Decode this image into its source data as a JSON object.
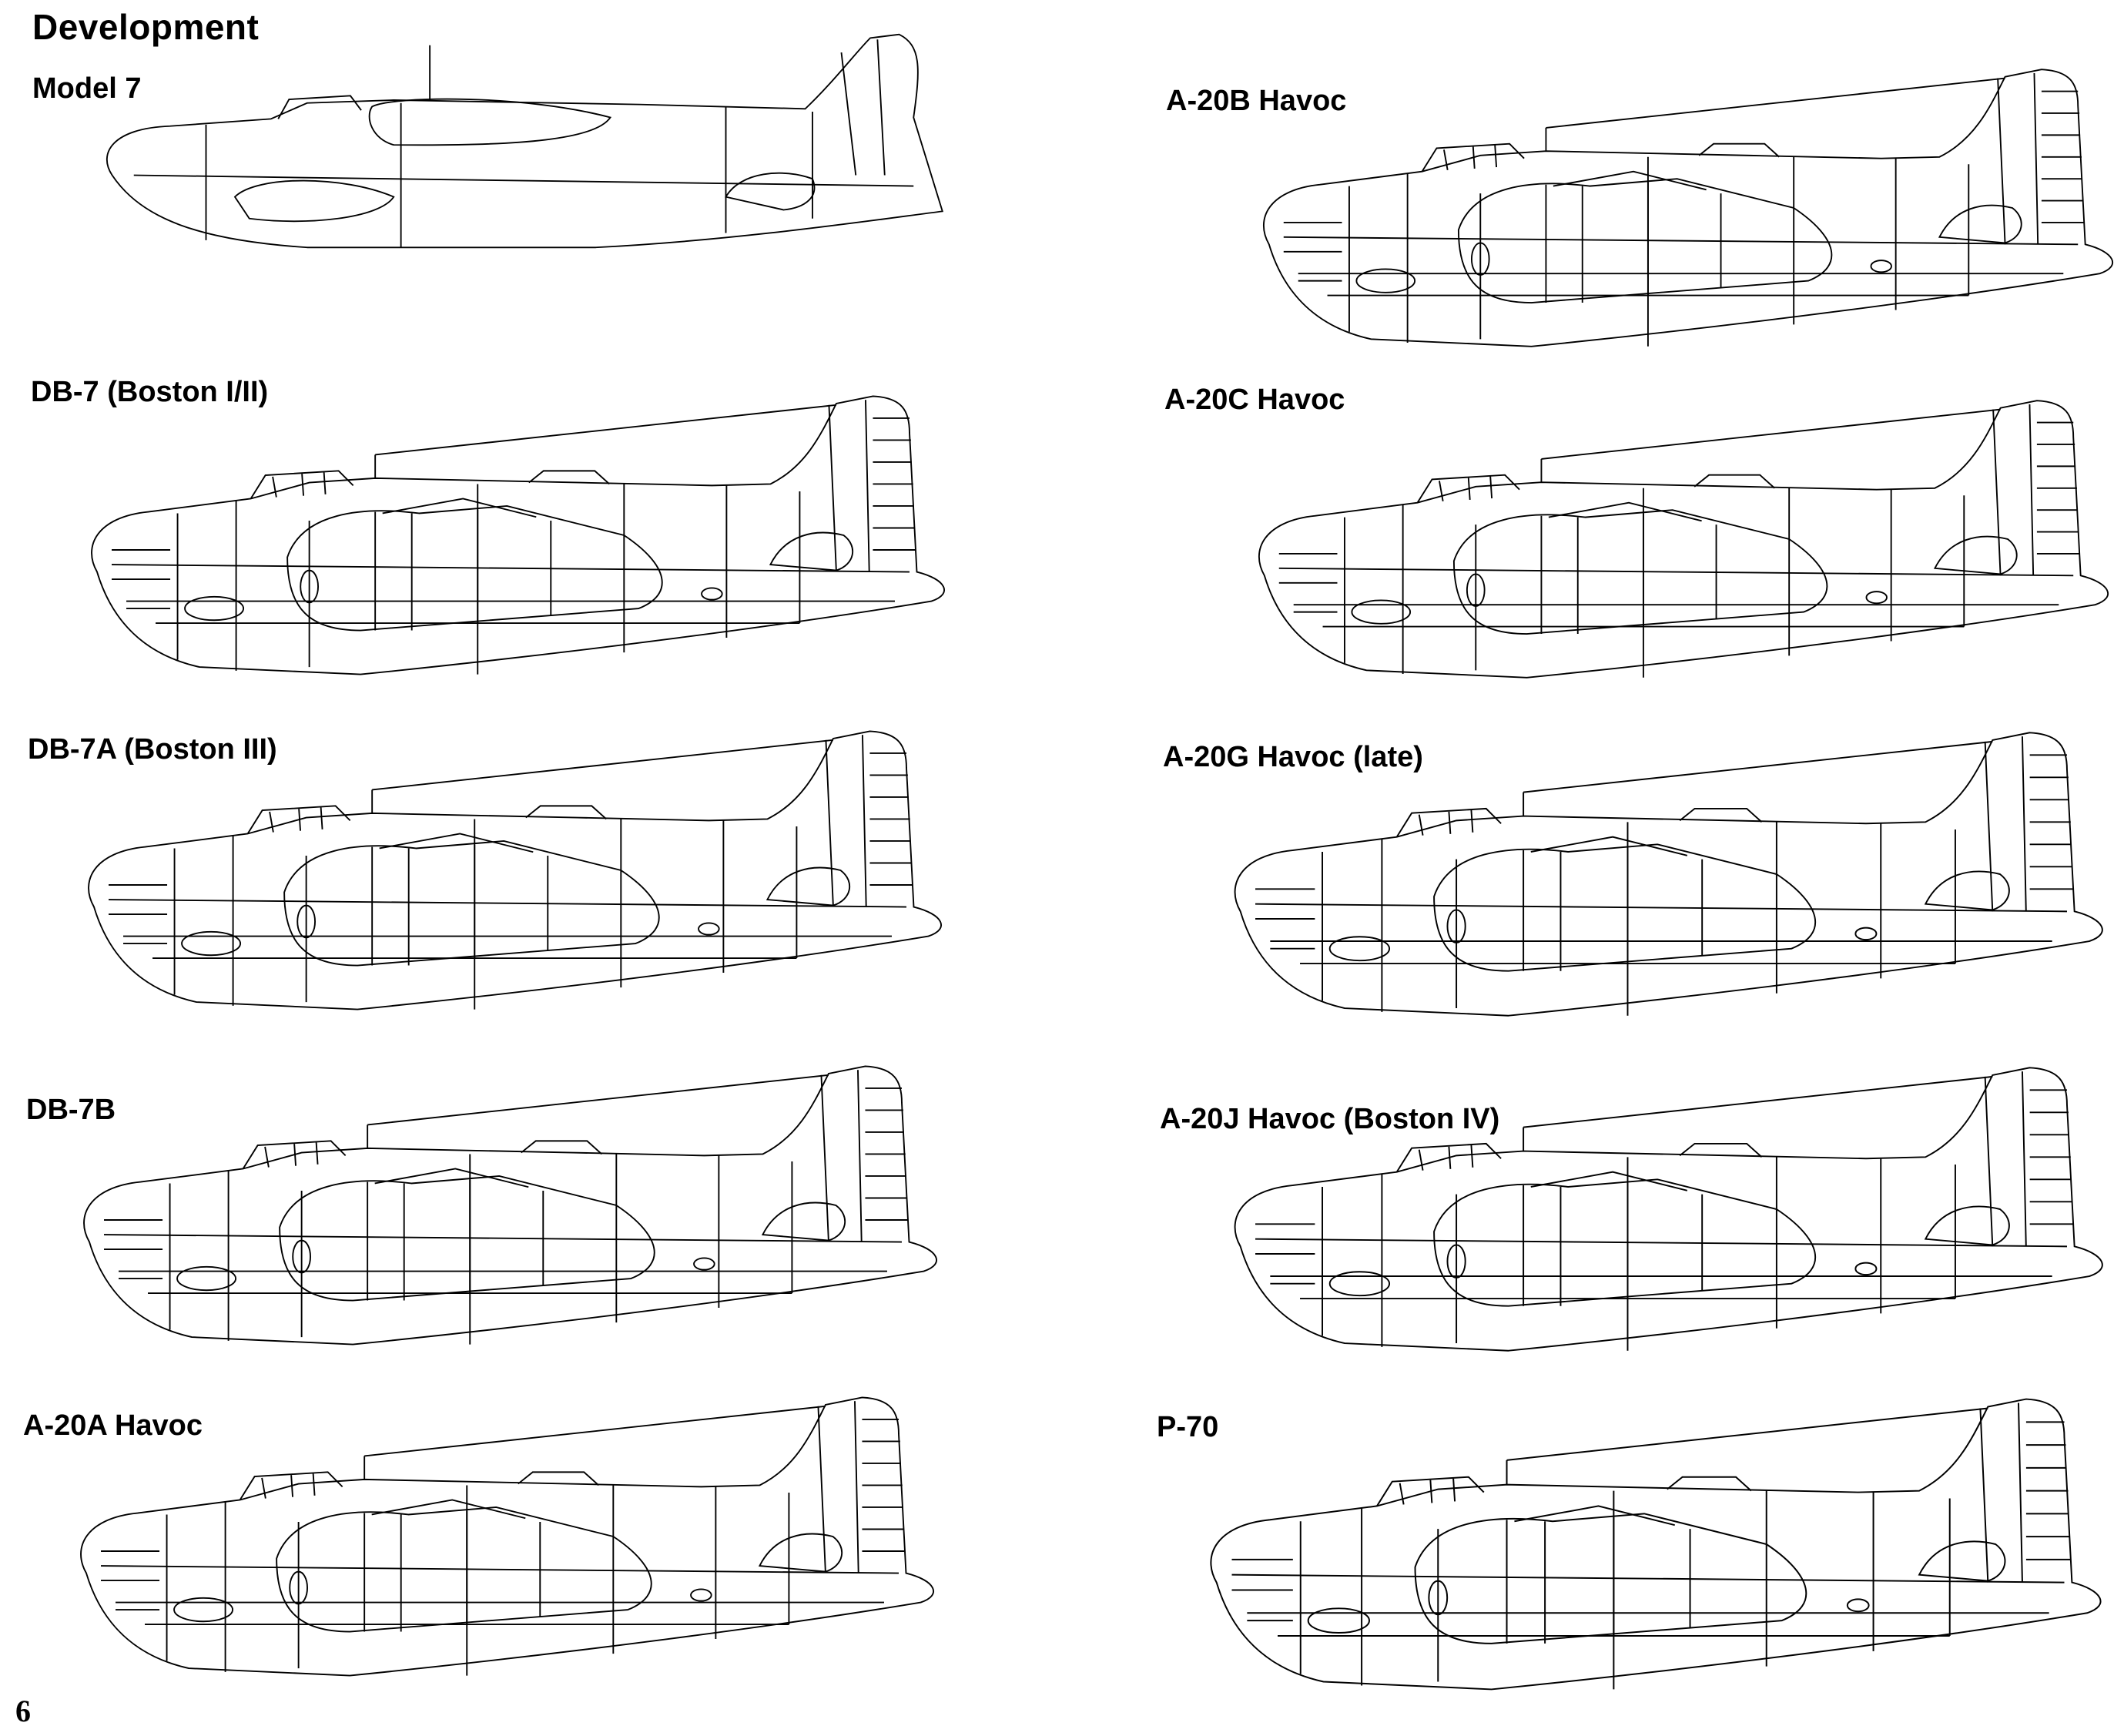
{
  "page": {
    "heading": "Development",
    "page_number": "6"
  },
  "aircraft": [
    {
      "id": "model-7",
      "label": "Model 7"
    },
    {
      "id": "db-7",
      "label": "DB-7 (Boston I/II)"
    },
    {
      "id": "db-7a",
      "label": "DB-7A (Boston III)"
    },
    {
      "id": "db-7b",
      "label": "DB-7B"
    },
    {
      "id": "a-20a",
      "label": "A-20A Havoc"
    },
    {
      "id": "a-20b",
      "label": "A-20B Havoc"
    },
    {
      "id": "a-20c",
      "label": "A-20C Havoc"
    },
    {
      "id": "a-20g",
      "label": "A-20G Havoc (late)"
    },
    {
      "id": "a-20j",
      "label": "A-20J Havoc (Boston IV)"
    },
    {
      "id": "p-70",
      "label": "P-70"
    }
  ]
}
